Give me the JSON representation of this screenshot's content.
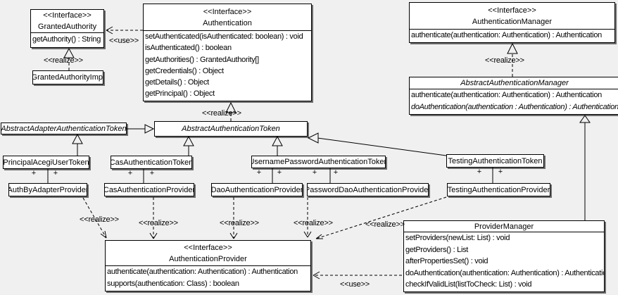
{
  "colors": {
    "background": "#f0f0f0",
    "box_fill": "#ffffff",
    "line": "#000000",
    "shadow": "#8c8c8c"
  },
  "labels": {
    "use": "<<use>>",
    "realize": "<<realize>>",
    "plus": "+"
  },
  "classes": {
    "granted_authority": {
      "stereotype": "<<Interface>>",
      "name": "GrantedAuthority",
      "methods": [
        "getAuthority() : String"
      ]
    },
    "granted_authority_impl": {
      "name": "GrantedAuthorityImpl"
    },
    "authentication": {
      "stereotype": "<<Interface>>",
      "name": "Authentication",
      "methods": [
        "setAuthenticated(isAuthenticated: boolean) : void",
        "isAuthenticated() : boolean",
        "getAuthorities() : GrantedAuthority[]",
        "getCredentials() : Object",
        "getDetails() : Object",
        "getPrincipal() : Object"
      ]
    },
    "authentication_manager": {
      "stereotype": "<<Interface>>",
      "name": "AuthenticationManager",
      "methods": [
        "authenticate(authentication: Authentication) : Authentication"
      ]
    },
    "abstract_authentication_manager": {
      "name": "AbstractAuthenticationManager",
      "methods": [
        "authenticate(authentication: Authentication) : Authentication",
        "doAuthentication(authentication : Authentication) : Authentication"
      ]
    },
    "abstract_adapter_authentication_token": {
      "name": "AbstractAdapterAuthenticationToken"
    },
    "abstract_authentication_token": {
      "name": "AbstractAuthenticationToken"
    },
    "principal_acegi_user_token": {
      "name": "PrincipalAcegiUserToken"
    },
    "cas_authentication_token": {
      "name": "CasAuthenticationToken"
    },
    "username_password_authentication_token": {
      "name": "UsernamePasswordAuthenticationToken"
    },
    "testing_authentication_token": {
      "name": "TestingAuthenticationToken"
    },
    "auth_by_adapter_provider": {
      "name": "AuthByAdapterProvider"
    },
    "cas_authentication_provider": {
      "name": "CasAuthenticationProvider"
    },
    "dao_authentication_provider": {
      "name": "DaoAuthenticationProvider"
    },
    "password_dao_authentication_provider": {
      "name": "PasswordDaoAuthenticationProvider"
    },
    "testing_authentication_provider": {
      "name": "TestingAuthenticationProvider"
    },
    "authentication_provider": {
      "stereotype": "<<Interface>>",
      "name": "AuthenticationProvider",
      "methods": [
        "authenticate(authentication: Authentication) : Authentication",
        "supports(authentication: Class) : boolean"
      ]
    },
    "provider_manager": {
      "name": "ProviderManager",
      "methods": [
        "setProviders(newList: List) : void",
        "getProviders() : List",
        "afterPropertiesSet() : void",
        "doAuthentication(authentication: Authentication) : Authentication",
        "checkIfValidList(listToCheck: List) : void"
      ]
    }
  },
  "relationships": [
    {
      "type": "use",
      "from": "Authentication",
      "to": "GrantedAuthority",
      "label": "<<use>>"
    },
    {
      "type": "realize",
      "from": "GrantedAuthorityImpl",
      "to": "GrantedAuthority",
      "label": "<<realize>>"
    },
    {
      "type": "realize",
      "from": "AbstractAuthenticationToken",
      "to": "Authentication",
      "label": "<<realize>>"
    },
    {
      "type": "realize",
      "from": "AbstractAuthenticationManager",
      "to": "AuthenticationManager",
      "label": "<<realize>>"
    },
    {
      "type": "generalize",
      "from": "AbstractAdapterAuthenticationToken",
      "to": "AbstractAuthenticationToken"
    },
    {
      "type": "generalize",
      "from": "PrincipalAcegiUserToken",
      "to": "AbstractAdapterAuthenticationToken"
    },
    {
      "type": "generalize",
      "from": "CasAuthenticationToken",
      "to": "AbstractAuthenticationToken"
    },
    {
      "type": "generalize",
      "from": "UsernamePasswordAuthenticationToken",
      "to": "AbstractAuthenticationToken"
    },
    {
      "type": "generalize",
      "from": "TestingAuthenticationToken",
      "to": "AbstractAuthenticationToken"
    },
    {
      "type": "generalize",
      "from": "ProviderManager",
      "to": "AbstractAuthenticationManager"
    },
    {
      "type": "association",
      "from": "PrincipalAcegiUserToken",
      "to": "AuthByAdapterProvider",
      "ends": "+ +"
    },
    {
      "type": "association",
      "from": "CasAuthenticationToken",
      "to": "CasAuthenticationProvider",
      "ends": "+ +"
    },
    {
      "type": "association",
      "from": "UsernamePasswordAuthenticationToken",
      "to": "DaoAuthenticationProvider",
      "ends": "+ +"
    },
    {
      "type": "association",
      "from": "UsernamePasswordAuthenticationToken",
      "to": "PasswordDaoAuthenticationProvider",
      "ends": "+ +"
    },
    {
      "type": "association",
      "from": "TestingAuthenticationToken",
      "to": "TestingAuthenticationProvider",
      "ends": "+ +"
    },
    {
      "type": "realize",
      "from": "AuthByAdapterProvider",
      "to": "AuthenticationProvider",
      "label": "<<realize>>"
    },
    {
      "type": "realize",
      "from": "CasAuthenticationProvider",
      "to": "AuthenticationProvider",
      "label": "<<realize>>"
    },
    {
      "type": "realize",
      "from": "DaoAuthenticationProvider",
      "to": "AuthenticationProvider",
      "label": "<<realize>>"
    },
    {
      "type": "realize",
      "from": "PasswordDaoAuthenticationProvider",
      "to": "AuthenticationProvider",
      "label": "<<realize>>"
    },
    {
      "type": "realize",
      "from": "TestingAuthenticationProvider",
      "to": "AuthenticationProvider",
      "label": "<<realize>>"
    },
    {
      "type": "use",
      "from": "ProviderManager",
      "to": "AuthenticationProvider",
      "label": "<<use>>"
    }
  ]
}
